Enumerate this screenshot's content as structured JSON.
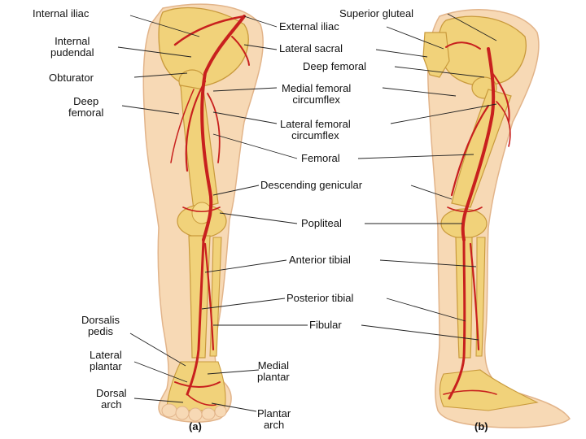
{
  "labels": {
    "internal_iliac": "Internal iliac",
    "internal_pudendal": "Internal\npudendal",
    "obturator": "Obturator",
    "deep_femoral_left": "Deep\nfemoral",
    "dorsalis_pedis": "Dorsalis\npedis",
    "lateral_plantar": "Lateral\nplantar",
    "dorsal_arch": "Dorsal\narch",
    "superior_gluteal": "Superior gluteal",
    "external_iliac": "External iliac",
    "lateral_sacral": "Lateral sacral",
    "deep_femoral": "Deep femoral",
    "medial_femoral_circumflex": "Medial femoral\ncircumflex",
    "lateral_femoral_circumflex": "Lateral femoral\ncircumflex",
    "femoral": "Femoral",
    "descending_genicular": "Descending genicular",
    "popliteal": "Popliteal",
    "anterior_tibial": "Anterior tibial",
    "posterior_tibial": "Posterior tibial",
    "fibular": "Fibular",
    "medial_plantar": "Medial\nplantar",
    "plantar_arch": "Plantar\narch"
  },
  "panels": {
    "a": "(a)",
    "b": "(b)"
  },
  "colors": {
    "skin": "#f7d9b5",
    "skin_edge": "#e2b48a",
    "bone": "#f1d27a",
    "bone_edge": "#c99a3c",
    "artery": "#c8201e",
    "artery_light": "#e05a44"
  }
}
